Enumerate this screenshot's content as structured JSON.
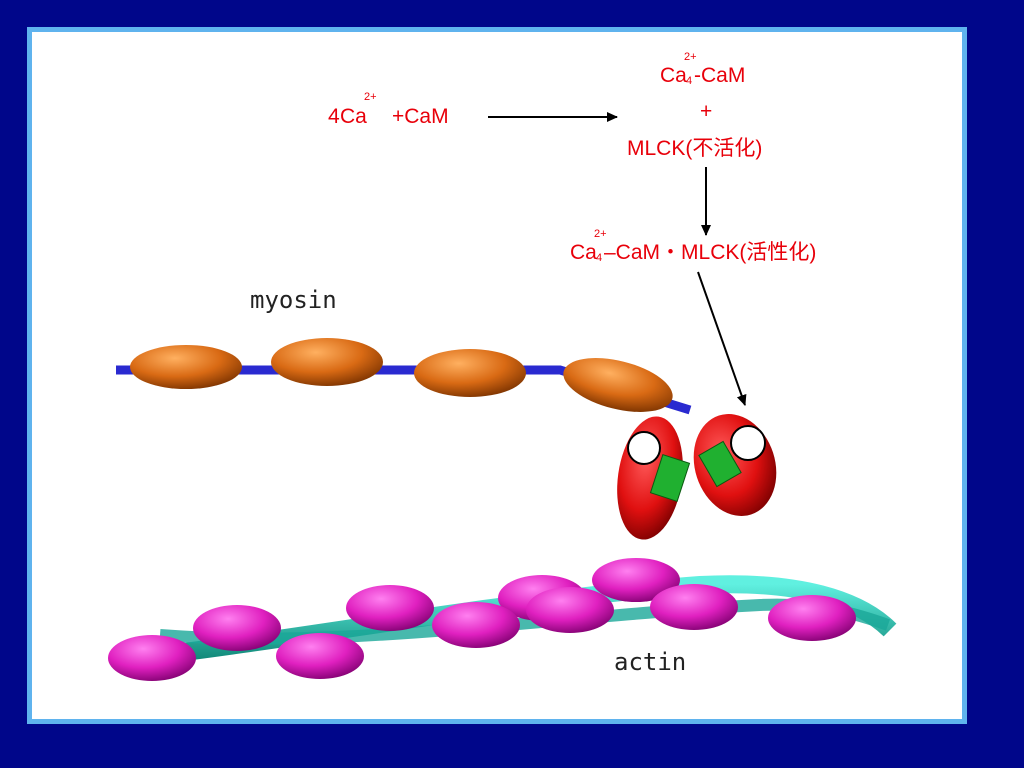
{
  "reaction": {
    "left": {
      "coef": "4",
      "ion": "Ca",
      "charge": "2+",
      "rest": "+CaM"
    },
    "product1": {
      "ion": "Ca",
      "sub": "4",
      "charge": "2+",
      "rest": "-CaM"
    },
    "plus": "+",
    "mlck_inactive": "MLCK(不活化)",
    "complex": {
      "ion": "Ca",
      "sub": "4",
      "charge": "2+",
      "rest": "–CaM・MLCK(活性化)"
    }
  },
  "labels": {
    "myosin": "myosin",
    "actin": "actin"
  },
  "colors": {
    "background": "#00068a",
    "frame": "#5fb3ee",
    "text_red": "#e8000a",
    "myosin_body": "#d96a14",
    "myosin_head": "#e01010",
    "backbone": "#2a2ad0",
    "actin_bead": "#e020c0",
    "actin_strand": "#20b8a8",
    "light_chain": "#20b030"
  }
}
